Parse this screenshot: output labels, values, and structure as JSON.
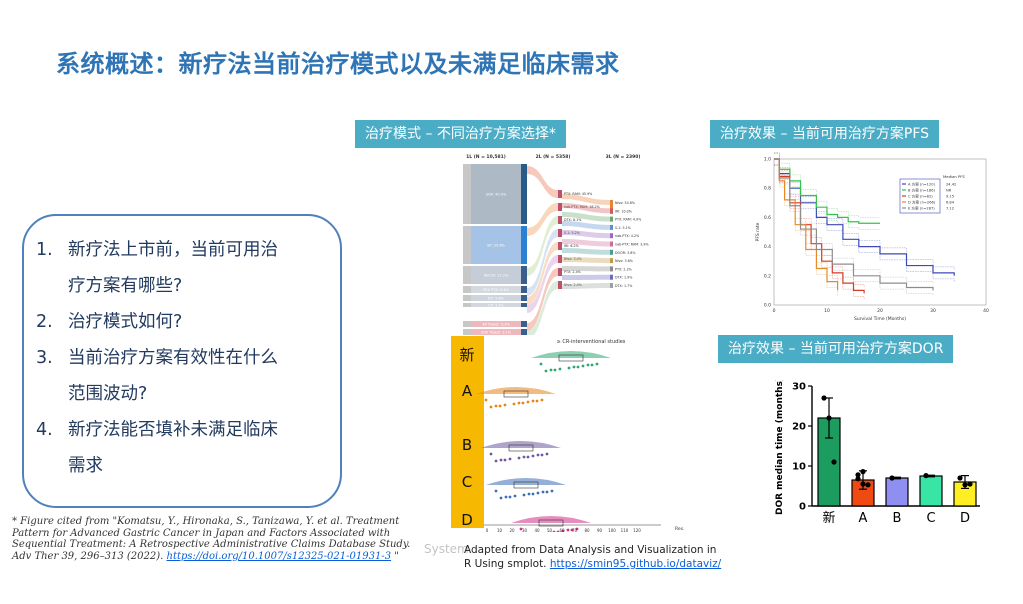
{
  "title": "系统概述：新疗法当前治疗模式以及未满足临床需求",
  "questions": [
    {
      "num": "1.",
      "lines": [
        "新疗法上市前，当前可用治",
        "疗方案有哪些?"
      ]
    },
    {
      "num": "2.",
      "lines": [
        "治疗模式如何?"
      ]
    },
    {
      "num": "3.",
      "lines": [
        "当前治疗方案有效性在什么",
        "范围波动?"
      ]
    },
    {
      "num": "4.",
      "lines": [
        "新疗法能否填补未满足临床",
        "需求"
      ]
    }
  ],
  "labels": {
    "mode": "治疗模式 – 不同治疗方案选择*",
    "pfs": "治疗效果 – 当前可用治疗方案PFS",
    "dor": "治疗效果 – 当前可用治疗方案DOR"
  },
  "footnote": {
    "text": "* Figure cited from \"Komatsu, Y., Hironaka, S., Tanizawa, Y. et al. Treatment Pattern for Advanced Gastric Cancer in Japan and Factors Associated with Sequential Treatment: A Retrospective Administrative Claims Database Study. Adv Ther 39, 296–313 (2022).",
    "link": "https://doi.org/10.1007/s12325-021-01931-3",
    "suffix": " \""
  },
  "adapted": {
    "text": "Adapted from Data Analysis and Visualization in R Using smplot.",
    "link": "https://smin95.github.io/dataviz/"
  },
  "watermark": "System",
  "sankey": {
    "columns": [
      "1L (N = 10,581)",
      "2L (N = 5358)",
      "3L (N = 2390)"
    ],
    "left_nodes": [
      "SOX: 40.9%",
      "SP: 25.6%",
      "XELOX: 12.2%",
      "PEX PTX: 5.4%",
      "DP: 5.8%",
      "CP: 1.3%",
      "XP Triplet: 3.3%",
      "SOX Triplet: 3.1%"
    ],
    "mid_nodes": [
      "PTX: RAM: 45.9%",
      "nab-PTX: RAM: 18.2%",
      "DTX: 8.1%",
      "S-1: 5.2%",
      "IRI: 6.2%",
      "Nivo: 3.4%",
      "PTX: 2.4%",
      "Nivo: 2.0%"
    ],
    "right_nodes": [
      "Nivo: 54.8%",
      "IRI: 10.0%",
      "PTX: RAM: 4.9%",
      "S-1: 5.1%",
      "nab-PTX: 4.2%",
      "nab-PTX: RAM: 3.9%",
      "DOOR: 3.8%",
      "Nivo: 3.8%",
      "PTX: 2.2%",
      "DTX: 1.9%",
      "DTX: 1.7%"
    ]
  },
  "raincloud": {
    "title": "≥ CR-interventional studies",
    "groups": [
      "新",
      "A",
      "B",
      "C",
      "D"
    ],
    "x_ticks": [
      "0",
      "10",
      "20",
      "30",
      "40",
      "50",
      "60",
      "70",
      "80",
      "90",
      "100",
      "110",
      "120"
    ],
    "x_label": "Res.",
    "colors": [
      "#2ea873",
      "#e7851a",
      "#6f5aa0",
      "#3c6fb6",
      "#d1308a"
    ]
  },
  "chart_data": [
    {
      "type": "line",
      "title": "",
      "xlabel": "Survival Time (Months)",
      "ylabel": "PFS rate",
      "xlim": [
        0,
        40
      ],
      "ylim": [
        0,
        1
      ],
      "x_ticks": [
        0,
        10,
        20,
        30,
        40
      ],
      "y_ticks": [
        0.0,
        0.2,
        0.4,
        0.6,
        0.8,
        1.0
      ],
      "legend_title": "Median PFS",
      "legend_position": "top-right",
      "series": [
        {
          "name": "A 方案 (n=120)",
          "median": "24.42",
          "color": "#3f48b8",
          "x": [
            0,
            1,
            3,
            5,
            8,
            10,
            13,
            16,
            20,
            25,
            30,
            34
          ],
          "y": [
            1.0,
            0.9,
            0.8,
            0.7,
            0.6,
            0.55,
            0.45,
            0.4,
            0.35,
            0.27,
            0.22,
            0.2
          ]
        },
        {
          "name": "B 方案 (n=186)",
          "median": "NR",
          "color": "#35c24a",
          "x": [
            0,
            1,
            3,
            5,
            8,
            10,
            12,
            14,
            16,
            18,
            20
          ],
          "y": [
            1.0,
            0.93,
            0.85,
            0.75,
            0.67,
            0.62,
            0.6,
            0.57,
            0.56,
            0.56,
            0.56
          ]
        },
        {
          "name": "C 方案 (n=82)",
          "median": "9.15",
          "color": "#d23a24",
          "x": [
            0,
            1,
            3,
            5,
            7,
            9,
            11,
            13,
            15,
            17
          ],
          "y": [
            1.0,
            0.88,
            0.7,
            0.55,
            0.42,
            0.3,
            0.22,
            0.15,
            0.1,
            0.08
          ]
        },
        {
          "name": "D 方案 (n=266)",
          "median": "6.84",
          "color": "#e48a2a",
          "x": [
            0,
            1,
            2,
            4,
            6,
            8,
            10,
            12
          ],
          "y": [
            1.0,
            0.85,
            0.72,
            0.55,
            0.38,
            0.25,
            0.16,
            0.1
          ]
        },
        {
          "name": "E 方案 (n=287)",
          "median": "7.12",
          "color": "#8d8d8d",
          "x": [
            0,
            1,
            3,
            5,
            8,
            11,
            15,
            20,
            25,
            30
          ],
          "y": [
            1.0,
            0.87,
            0.68,
            0.52,
            0.38,
            0.28,
            0.2,
            0.15,
            0.12,
            0.1
          ]
        }
      ]
    },
    {
      "type": "bar",
      "title": "",
      "xlabel": "",
      "ylabel": "DOR median time (months)",
      "ylim": [
        0,
        30
      ],
      "y_ticks": [
        0,
        10,
        20,
        30
      ],
      "categories": [
        "新",
        "A",
        "B",
        "C",
        "D"
      ],
      "values": [
        22,
        6.5,
        7,
        7.5,
        6
      ],
      "errors": [
        5,
        2.3,
        0.2,
        0.2,
        1.6
      ],
      "colors": [
        "#1d9c5f",
        "#ee4a12",
        "#8f8ff2",
        "#38e5a5",
        "#ffee22"
      ],
      "points": [
        [
          27,
          22,
          11
        ],
        [
          7.8,
          5.5,
          5.3,
          6.8,
          8.6
        ],
        [
          7
        ],
        [
          7.6
        ],
        [
          7,
          5.3,
          5.5
        ]
      ]
    }
  ]
}
